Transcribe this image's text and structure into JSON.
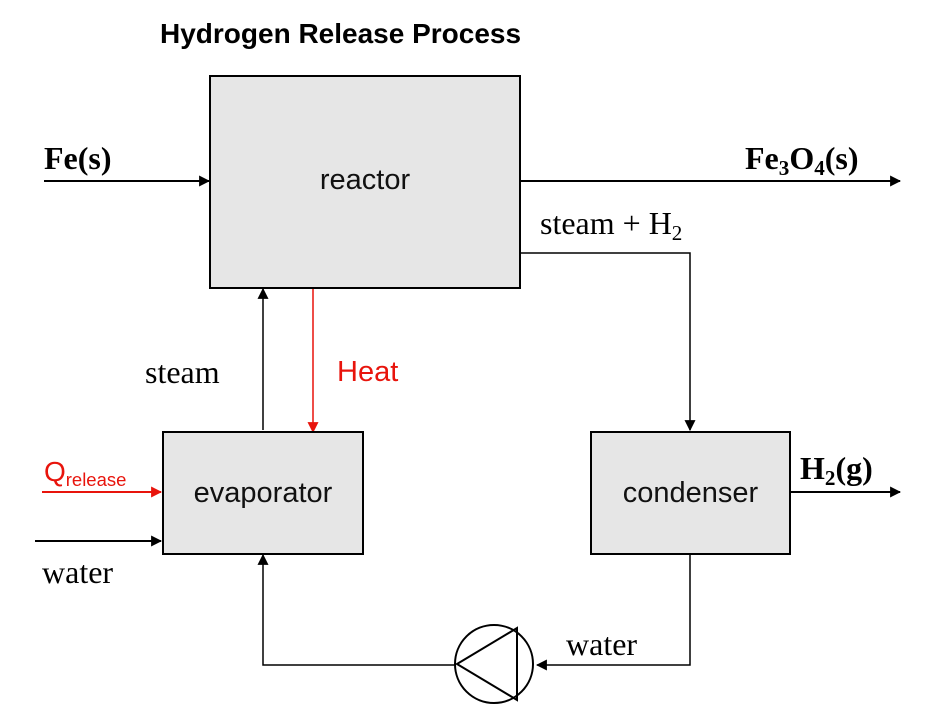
{
  "title": "Hydrogen Release Process",
  "nodes": {
    "reactor": "reactor",
    "evaporator": "evaporator",
    "condenser": "condenser"
  },
  "labels": {
    "fe_in": "Fe(s)",
    "fe3o4_main": "Fe",
    "fe3o4_sub1": "3",
    "fe3o4_mid": "O",
    "fe3o4_sub2": "4",
    "fe3o4_tail": "(s)",
    "steam_h2_main": "steam + H",
    "steam_h2_sub": "2",
    "steam": "steam",
    "heat": "Heat",
    "q_main": "Q",
    "q_sub": "release",
    "water_in": "water",
    "h2_main": "H",
    "h2_sub": "2",
    "h2_tail": "(g)",
    "water_return": "water"
  },
  "colors": {
    "box_fill": "#e6e6e6",
    "line": "#000000",
    "heat": "#e8140c"
  }
}
